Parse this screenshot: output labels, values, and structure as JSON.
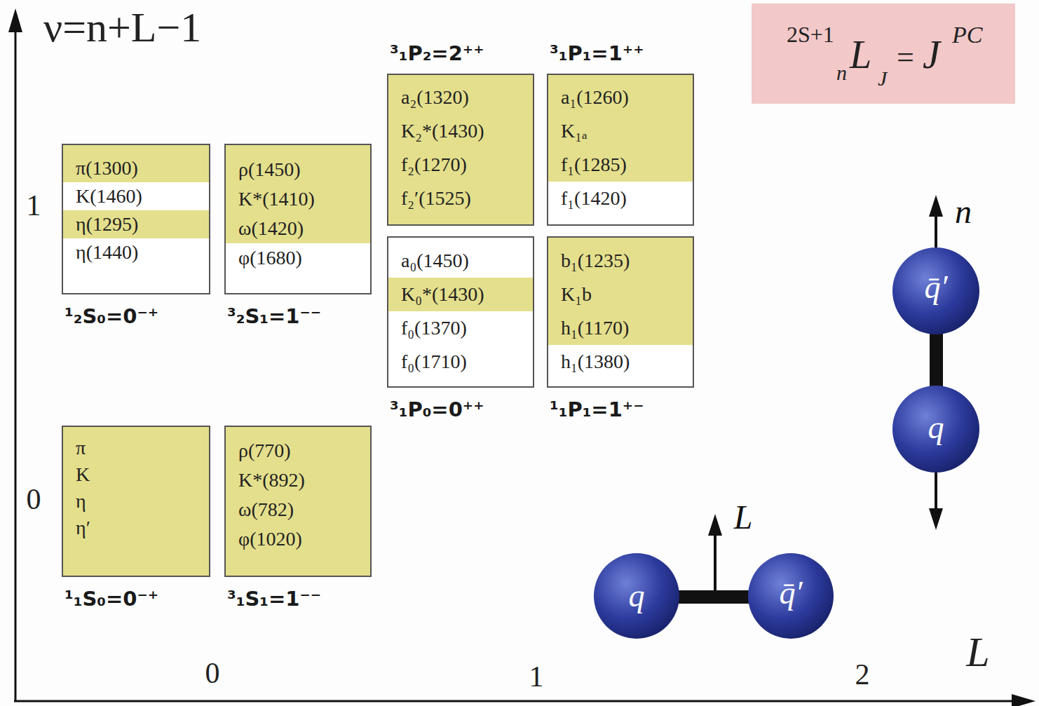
{
  "diagram": {
    "title": "ν=n+L−1",
    "nodes": [
      {
        "text": [
          "2S+1",
          "n",
          "L",
          "J",
          "=",
          "J",
          "PC"
        ]
      },
      {
        "text": [
          "³₁P₂=2⁺⁺",
          "a₂(1320)",
          "K₂*(1430)",
          "f₂(1270)",
          "f₂′(1525)"
        ]
      },
      {
        "text": [
          "³₁P₁=1⁺⁺",
          "a₁(1260)",
          "K₁ₐ",
          "f₁(1285)",
          "f₁(1420)"
        ]
      },
      {
        "text": [
          "π(1300)",
          "K(1460)",
          "η(1295)",
          "η(1440)",
          "¹₂S₀=0⁻⁺"
        ]
      },
      {
        "text": [
          "ρ(1450)",
          "K*(1410)",
          "ω(1420)",
          "φ(1680)",
          "³₂S₁=1⁻⁻"
        ]
      },
      {
        "text": [
          "a₀(1450)",
          "K₀*(1430)",
          "f₀(1370)",
          "f₀(1710)",
          "³₁P₀=0⁺⁺"
        ]
      },
      {
        "text": [
          "b₁(1235)",
          "K₁b",
          "h₁(1170)",
          "h₁(1380)",
          "¹₁P₁=1⁺⁻"
        ]
      },
      {
        "text": [
          "π",
          "K",
          "η",
          "η′",
          "¹₁S₀=0⁻⁺"
        ]
      },
      {
        "text": [
          "ρ(770)",
          "K*(892)",
          "ω(782)",
          "φ(1020)",
          "³₁S₁=1⁻⁻"
        ]
      }
    ],
    "labels": [
      "1",
      "0",
      "0",
      "1",
      "2",
      "L",
      "L",
      "n",
      "q",
      "q̄′",
      "q̄′",
      "q"
    ]
  }
}
